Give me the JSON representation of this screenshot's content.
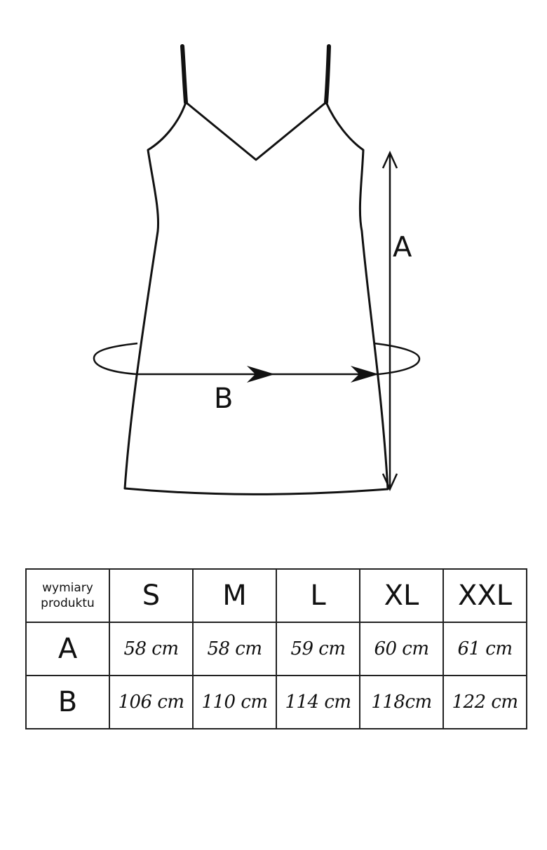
{
  "diagram": {
    "label_a": "A",
    "label_b": "B"
  },
  "table": {
    "corner_line1": "wymiary",
    "corner_line2": "produktu",
    "sizes": [
      "S",
      "M",
      "L",
      "XL",
      "XXL"
    ],
    "rows": [
      {
        "label": "A",
        "values": [
          "58 cm",
          "58 cm",
          "59 cm",
          "60 cm",
          "61 cm"
        ]
      },
      {
        "label": "B",
        "values": [
          "106 cm",
          "110 cm",
          "114 cm",
          "118cm",
          "122 cm"
        ]
      }
    ]
  }
}
